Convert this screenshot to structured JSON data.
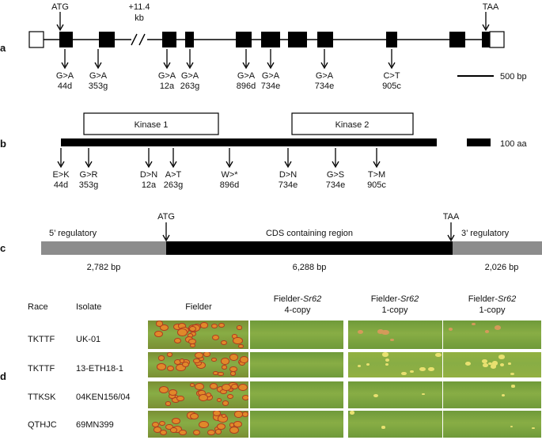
{
  "panel_a": {
    "letter": "a",
    "start_codon": "ATG",
    "stop_codon": "TAA",
    "intron_gap": {
      "line1": "+11.4",
      "line2": "kb"
    },
    "mutations": [
      {
        "change": "G>A",
        "line": "44d"
      },
      {
        "change": "G>A",
        "line": "353g"
      },
      {
        "change": "G>A",
        "line": "12a"
      },
      {
        "change": "G>A",
        "line": "263g"
      },
      {
        "change": "G>A",
        "line": "896d"
      },
      {
        "change": "G>A",
        "line": "734e"
      },
      {
        "change": "G>A",
        "line": "734e"
      },
      {
        "change": "C>T",
        "line": "905c"
      }
    ],
    "scale_label": "500 bp"
  },
  "panel_b": {
    "letter": "b",
    "domains": [
      "Kinase 1",
      "Kinase 2"
    ],
    "mutations": [
      {
        "change": "E>K",
        "line": "44d"
      },
      {
        "change": "G>R",
        "line": "353g"
      },
      {
        "change": "D>N",
        "line": "12a"
      },
      {
        "change": "A>T",
        "line": "263g"
      },
      {
        "change": "W>*",
        "line": "896d"
      },
      {
        "change": "D>N",
        "line": "734e"
      },
      {
        "change": "G>S",
        "line": "734e"
      },
      {
        "change": "T>M",
        "line": "905c"
      }
    ],
    "scale_label": "100 aa"
  },
  "panel_c": {
    "letter": "c",
    "start_codon": "ATG",
    "stop_codon": "TAA",
    "regions": [
      {
        "name": "5’ regulatory",
        "size": "2,782 bp",
        "color": "#8c8c8c"
      },
      {
        "name": "CDS containing region",
        "size": "6,288 bp",
        "color": "#000000"
      },
      {
        "name": "3’ regulatory",
        "size": "2,026 bp",
        "color": "#8c8c8c"
      }
    ]
  },
  "panel_d": {
    "letter": "d",
    "col_headers": {
      "race": "Race",
      "isolate": "Isolate",
      "c1": {
        "line1": "Fielder",
        "line2": ""
      },
      "c2": {
        "line1": "Fielder-",
        "gene": "Sr62",
        "line2": "4-copy"
      },
      "c3": {
        "line1": "Fielder-",
        "gene": "Sr62",
        "line2": "1-copy"
      },
      "c4": {
        "line1": "Fielder-",
        "gene": "Sr62",
        "line2": "1-copy"
      }
    },
    "rows": [
      {
        "race": "TKTTF",
        "isolate": "UK-01"
      },
      {
        "race": "TKTTF",
        "isolate": "13-ETH18-1"
      },
      {
        "race": "TTKSK",
        "isolate": "04KEN156/04"
      },
      {
        "race": "QTHJC",
        "isolate": "69MN399"
      }
    ],
    "colors": {
      "leaf": "#6f9a3a",
      "rust": "#e0892a",
      "spot_dark": "#b03c20",
      "chlorosis": "#e8e070"
    }
  }
}
